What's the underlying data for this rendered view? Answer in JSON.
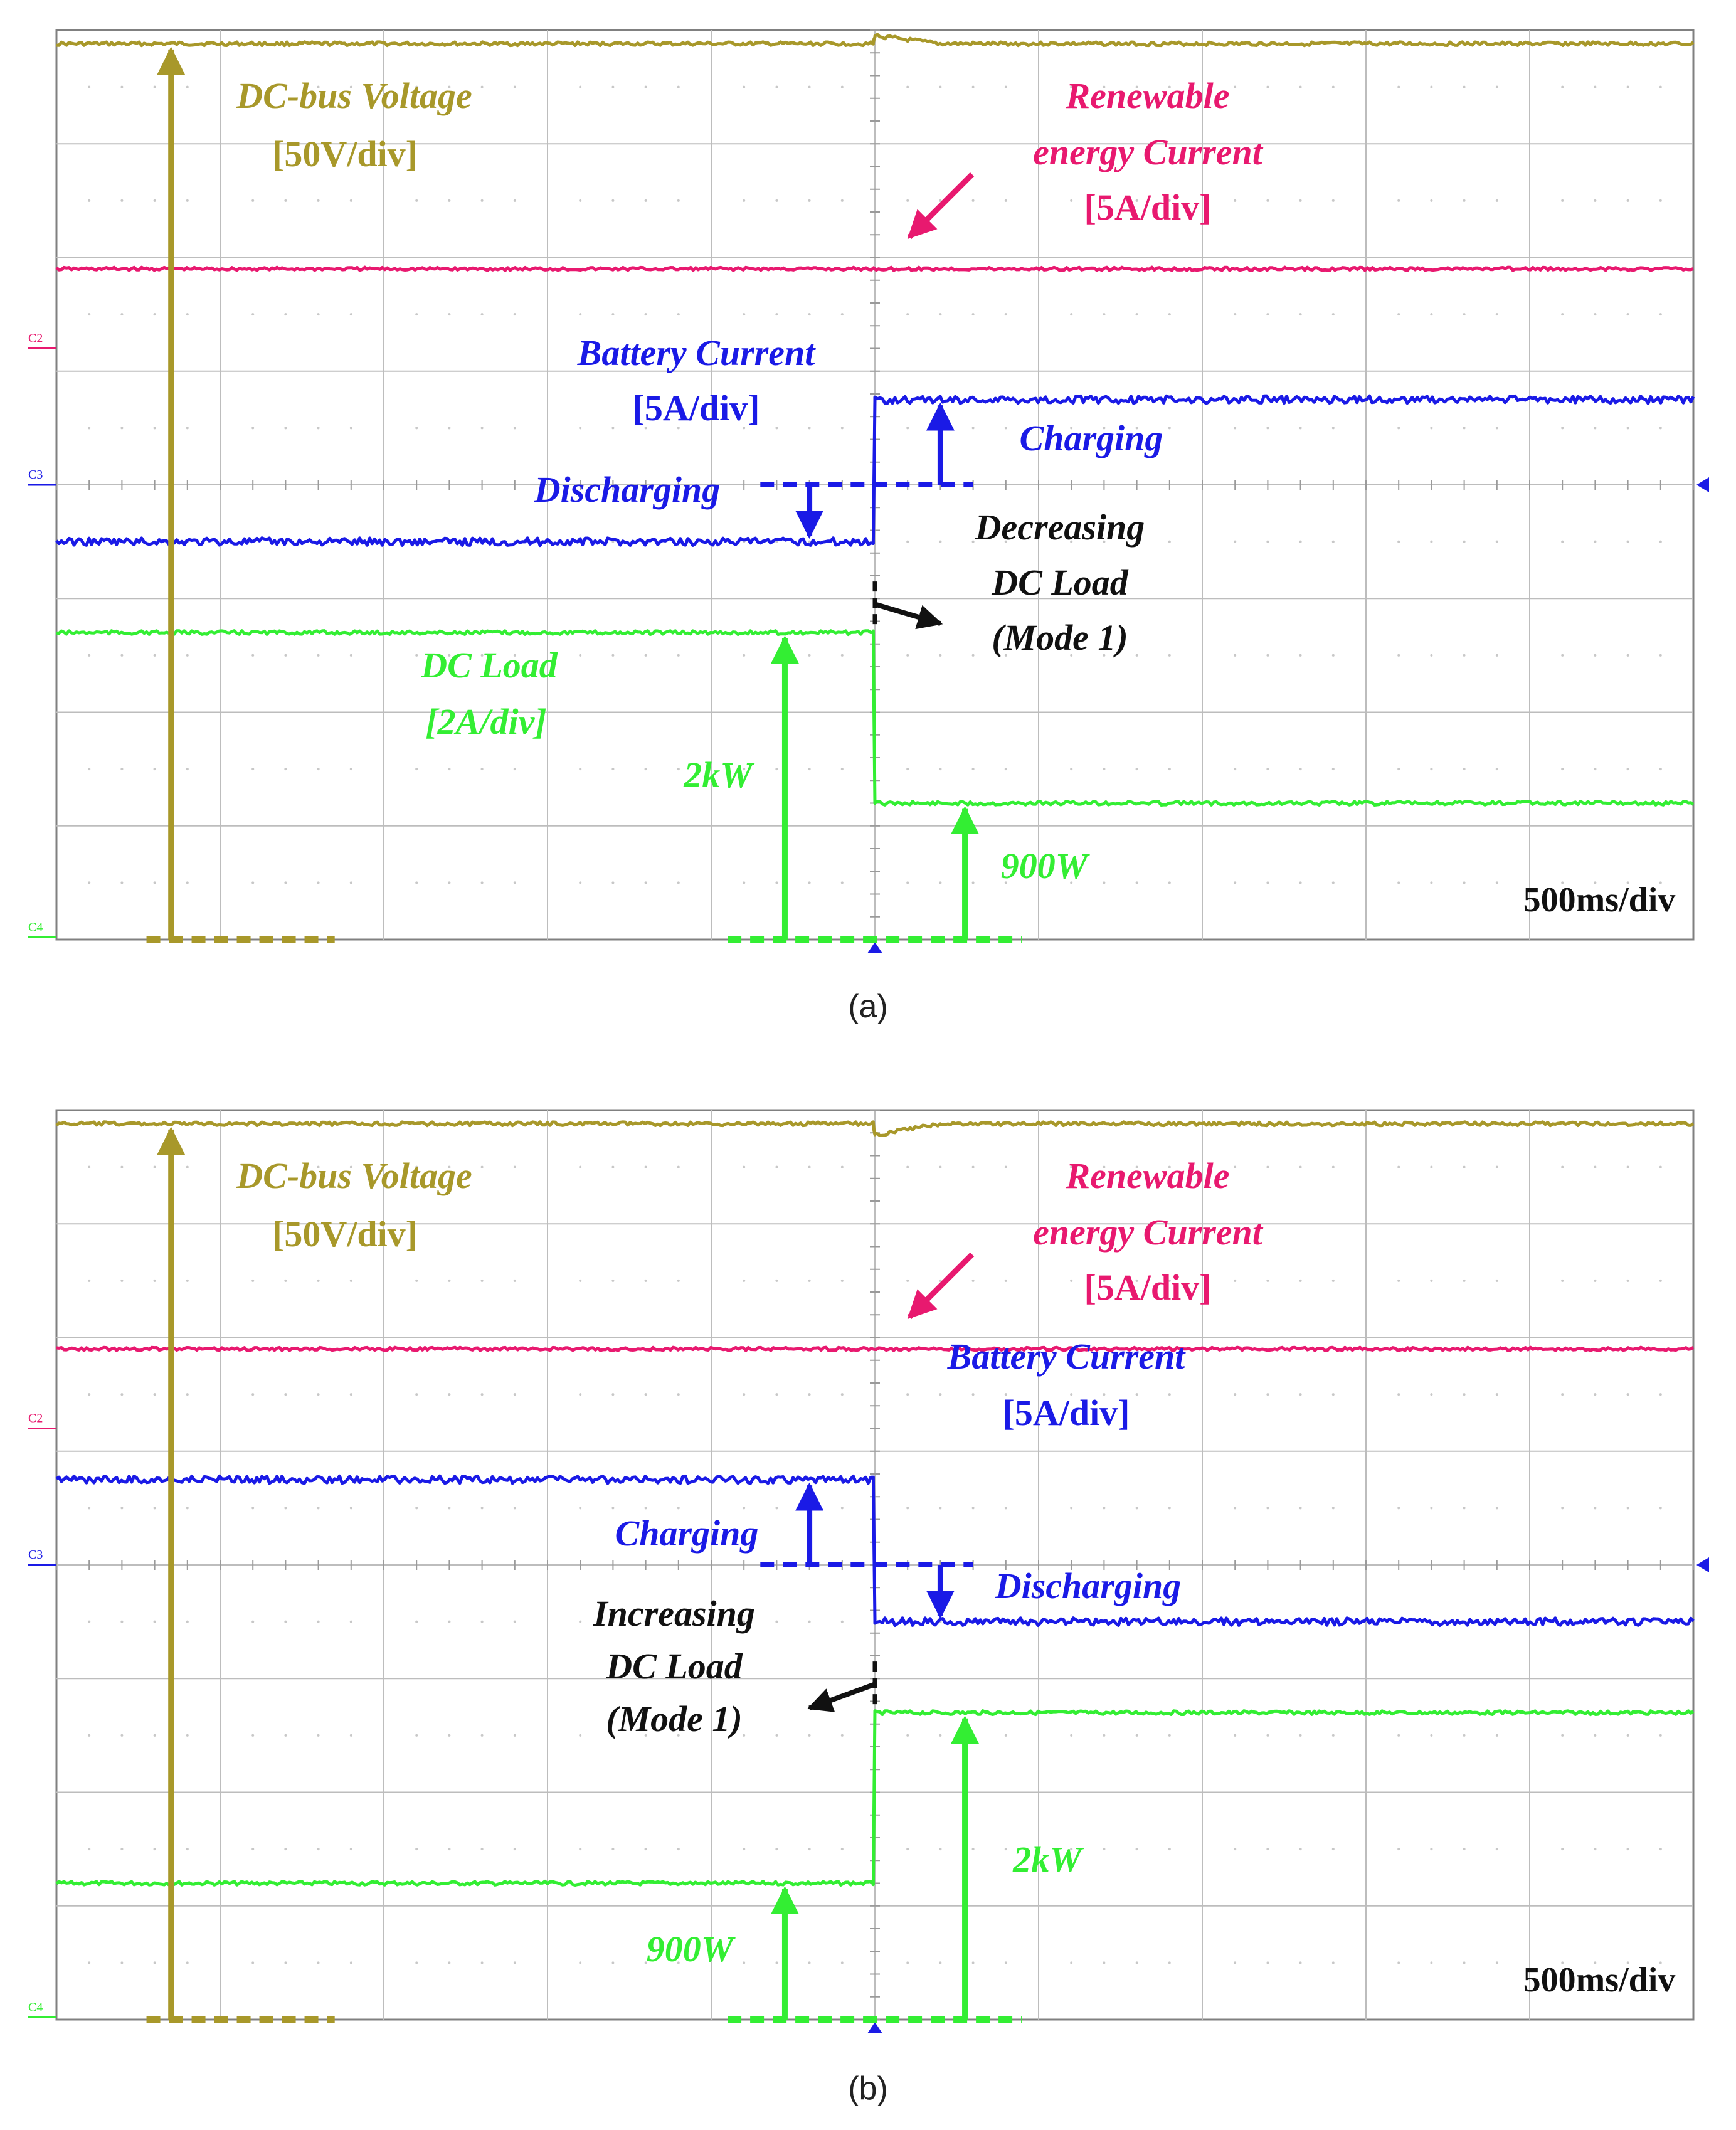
{
  "chart_data": [
    {
      "type": "line",
      "caption": "(a)",
      "time_scale": "500ms/div",
      "channel_markers": [
        "C2",
        "C3",
        "C4"
      ],
      "x_divisions": 10,
      "y_divisions": 8,
      "transition_div": 5.0,
      "series": [
        {
          "name": "DC-bus Voltage",
          "scale": "[50V/div]",
          "color": "#a8982a",
          "points": [
            [
              0,
              7.88
            ],
            [
              4.99,
              7.88
            ],
            [
              5.0,
              7.95
            ],
            [
              5.4,
              7.88
            ],
            [
              10,
              7.88
            ]
          ]
        },
        {
          "name": "Renewable energy Current",
          "scale": "[5A/div]",
          "color": "#e8196f",
          "points": [
            [
              0,
              5.9
            ],
            [
              10,
              5.9
            ]
          ]
        },
        {
          "name": "Battery Current",
          "scale": "[5A/div]",
          "color": "#1a1ae6",
          "points": [
            [
              0,
              3.5
            ],
            [
              4.99,
              3.5
            ],
            [
              5.0,
              4.75
            ],
            [
              10,
              4.75
            ]
          ]
        },
        {
          "name": "DC Load",
          "scale": "[2A/div]",
          "color": "#33ee33",
          "points": [
            [
              0,
              2.7
            ],
            [
              4.99,
              2.7
            ],
            [
              5.0,
              1.2
            ],
            [
              10,
              1.2
            ]
          ]
        }
      ],
      "annotations": {
        "battery_before": "Discharging",
        "battery_after": "Charging",
        "event": [
          "Decreasing",
          "DC Load",
          "(Mode 1)"
        ],
        "load_before": "2kW",
        "load_after": "900W"
      }
    },
    {
      "type": "line",
      "caption": "(b)",
      "time_scale": "500ms/div",
      "channel_markers": [
        "C2",
        "C3",
        "C4"
      ],
      "x_divisions": 10,
      "y_divisions": 8,
      "transition_div": 5.0,
      "series": [
        {
          "name": "DC-bus Voltage",
          "scale": "[50V/div]",
          "color": "#a8982a",
          "points": [
            [
              0,
              7.88
            ],
            [
              4.99,
              7.88
            ],
            [
              5.0,
              7.78
            ],
            [
              5.4,
              7.88
            ],
            [
              10,
              7.88
            ]
          ]
        },
        {
          "name": "Renewable energy Current",
          "scale": "[5A/div]",
          "color": "#e8196f",
          "points": [
            [
              0,
              5.9
            ],
            [
              10,
              5.9
            ]
          ]
        },
        {
          "name": "Battery Current",
          "scale": "[5A/div]",
          "color": "#1a1ae6",
          "points": [
            [
              0,
              4.75
            ],
            [
              4.99,
              4.75
            ],
            [
              5.0,
              3.5
            ],
            [
              10,
              3.5
            ]
          ]
        },
        {
          "name": "DC Load",
          "scale": "[2A/div]",
          "color": "#33ee33",
          "points": [
            [
              0,
              1.2
            ],
            [
              4.99,
              1.2
            ],
            [
              5.0,
              2.7
            ],
            [
              10,
              2.7
            ]
          ]
        }
      ],
      "annotations": {
        "battery_before": "Charging",
        "battery_after": "Discharging",
        "event": [
          "Increasing",
          "DC Load",
          "(Mode 1)"
        ],
        "load_before": "900W",
        "load_after": "2kW"
      }
    }
  ]
}
